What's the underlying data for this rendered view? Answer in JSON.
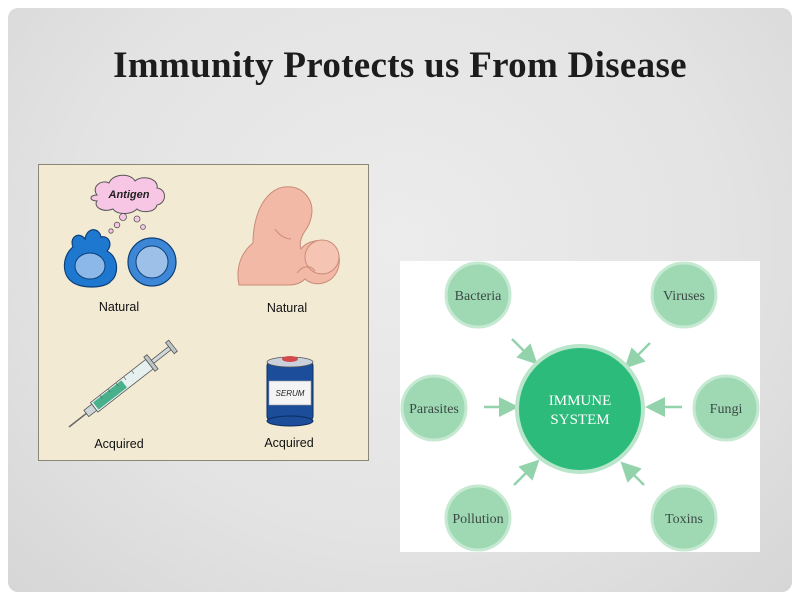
{
  "slide": {
    "title": "Immunity Protects us From Disease"
  },
  "immunity_types": {
    "antigen_label": "Antigen",
    "serum_label": "SERUM",
    "captions": [
      "Natural",
      "Natural",
      "Acquired",
      "Acquired"
    ]
  },
  "immune_diagram": {
    "center_line1": "IMMUNE",
    "center_line2": "SYSTEM",
    "nodes": [
      "Bacteria",
      "Viruses",
      "Parasites",
      "Fungi",
      "Pollution",
      "Toxins"
    ]
  },
  "colors": {
    "node_fill": "#9fd9b4",
    "node_border": "#c6e9d2",
    "center_fill": "#2dbb7c",
    "arrow": "#93d3ac",
    "panel_bg": "#f3ead4",
    "cell_blue": "#1f78d0",
    "skin": "#f2b9a6"
  }
}
